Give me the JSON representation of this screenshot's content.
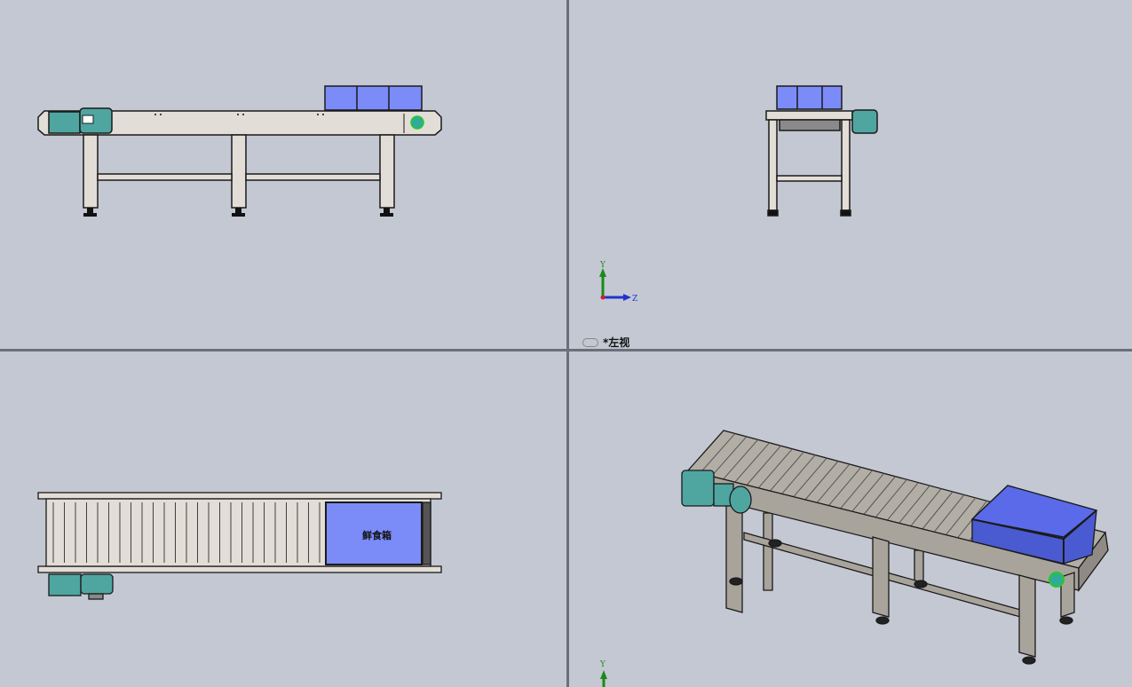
{
  "viewports": {
    "front": {
      "name": "front-view"
    },
    "left": {
      "name": "left-view",
      "label": "*左视",
      "triad": {
        "y": "Y",
        "z": "Z"
      }
    },
    "top": {
      "name": "top-view",
      "box_text": "鲜食箱"
    },
    "iso": {
      "name": "isometric-view",
      "triad": {
        "y": "Y"
      }
    }
  },
  "colors": {
    "background": "#c4c8d3",
    "frame": "#e2ddd6",
    "iso_frame": "#a8a49c",
    "motor": "#4fa6a0",
    "bin": "#7b8cf8",
    "bin_iso": "#4a5ad0",
    "axis_y": "#1a8a1a",
    "axis_z": "#2233cc",
    "axis_x": "#cc2222"
  }
}
